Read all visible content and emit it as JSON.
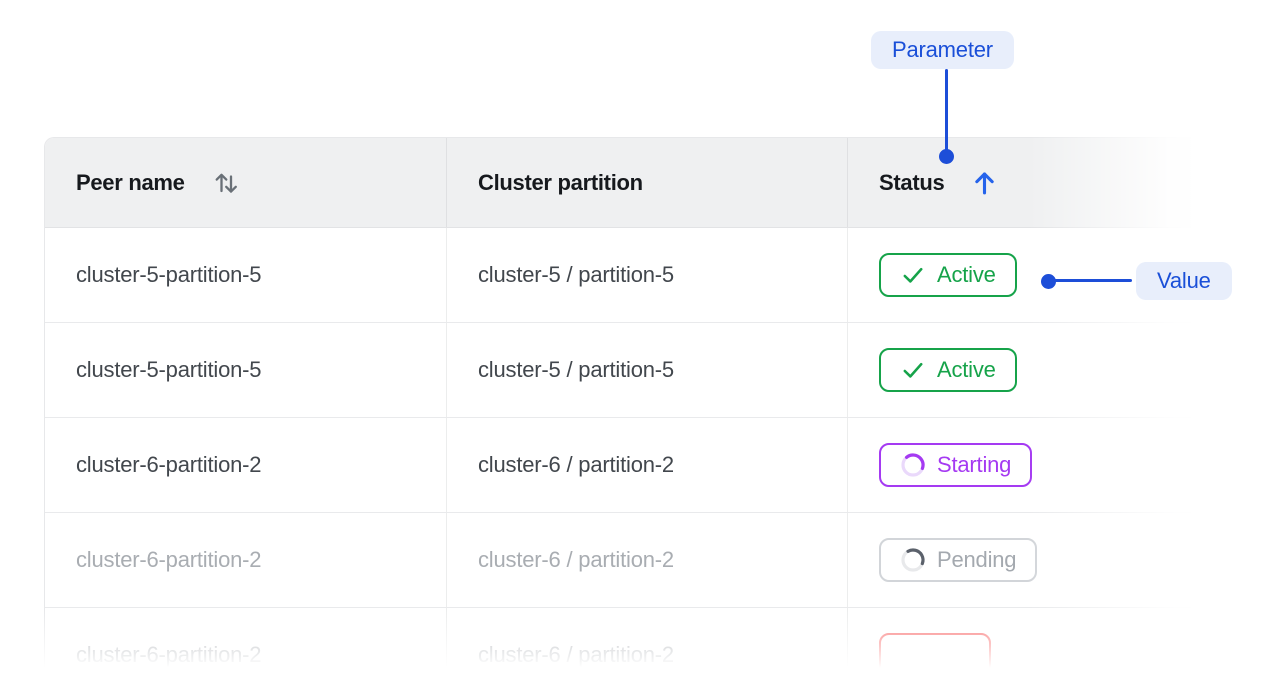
{
  "annotations": {
    "parameter_label": "Parameter",
    "value_label": "Value"
  },
  "table": {
    "columns": [
      {
        "label": "Peer name",
        "sort_icon": "sort-arrows-icon"
      },
      {
        "label": "Cluster partition"
      },
      {
        "label": "Status",
        "sort_icon": "arrow-up-icon",
        "sorted": "ascending"
      }
    ],
    "rows": [
      {
        "peer": "cluster-5-partition-5",
        "partition": "cluster-5 / partition-5",
        "status": {
          "label": "Active",
          "kind": "active",
          "icon": "check-icon"
        },
        "muted": false
      },
      {
        "peer": "cluster-5-partition-5",
        "partition": "cluster-5 / partition-5",
        "status": {
          "label": "Active",
          "kind": "active",
          "icon": "check-icon"
        },
        "muted": false
      },
      {
        "peer": "cluster-6-partition-2",
        "partition": "cluster-6 / partition-2",
        "status": {
          "label": "Starting",
          "kind": "starting",
          "icon": "spinner-icon"
        },
        "muted": false
      },
      {
        "peer": "cluster-6-partition-2",
        "partition": "cluster-6 / partition-2",
        "status": {
          "label": "Pending",
          "kind": "pending",
          "icon": "spinner-icon"
        },
        "muted": true
      },
      {
        "peer": "cluster-6-partition-2",
        "partition": "cluster-6 / partition-2",
        "status": {
          "label": "",
          "kind": "error",
          "icon": ""
        },
        "muted": true
      }
    ]
  },
  "colors": {
    "annotation_blue": "#1d4ed8",
    "annotation_chip_bg": "#e8eefb",
    "sort_arrow_blue": "#2563eb",
    "active_green": "#16a34a",
    "starting_purple": "#a53af2",
    "pending_gray": "#a4a9af",
    "error_red": "#f87171",
    "header_bg": "#eff0f1"
  }
}
